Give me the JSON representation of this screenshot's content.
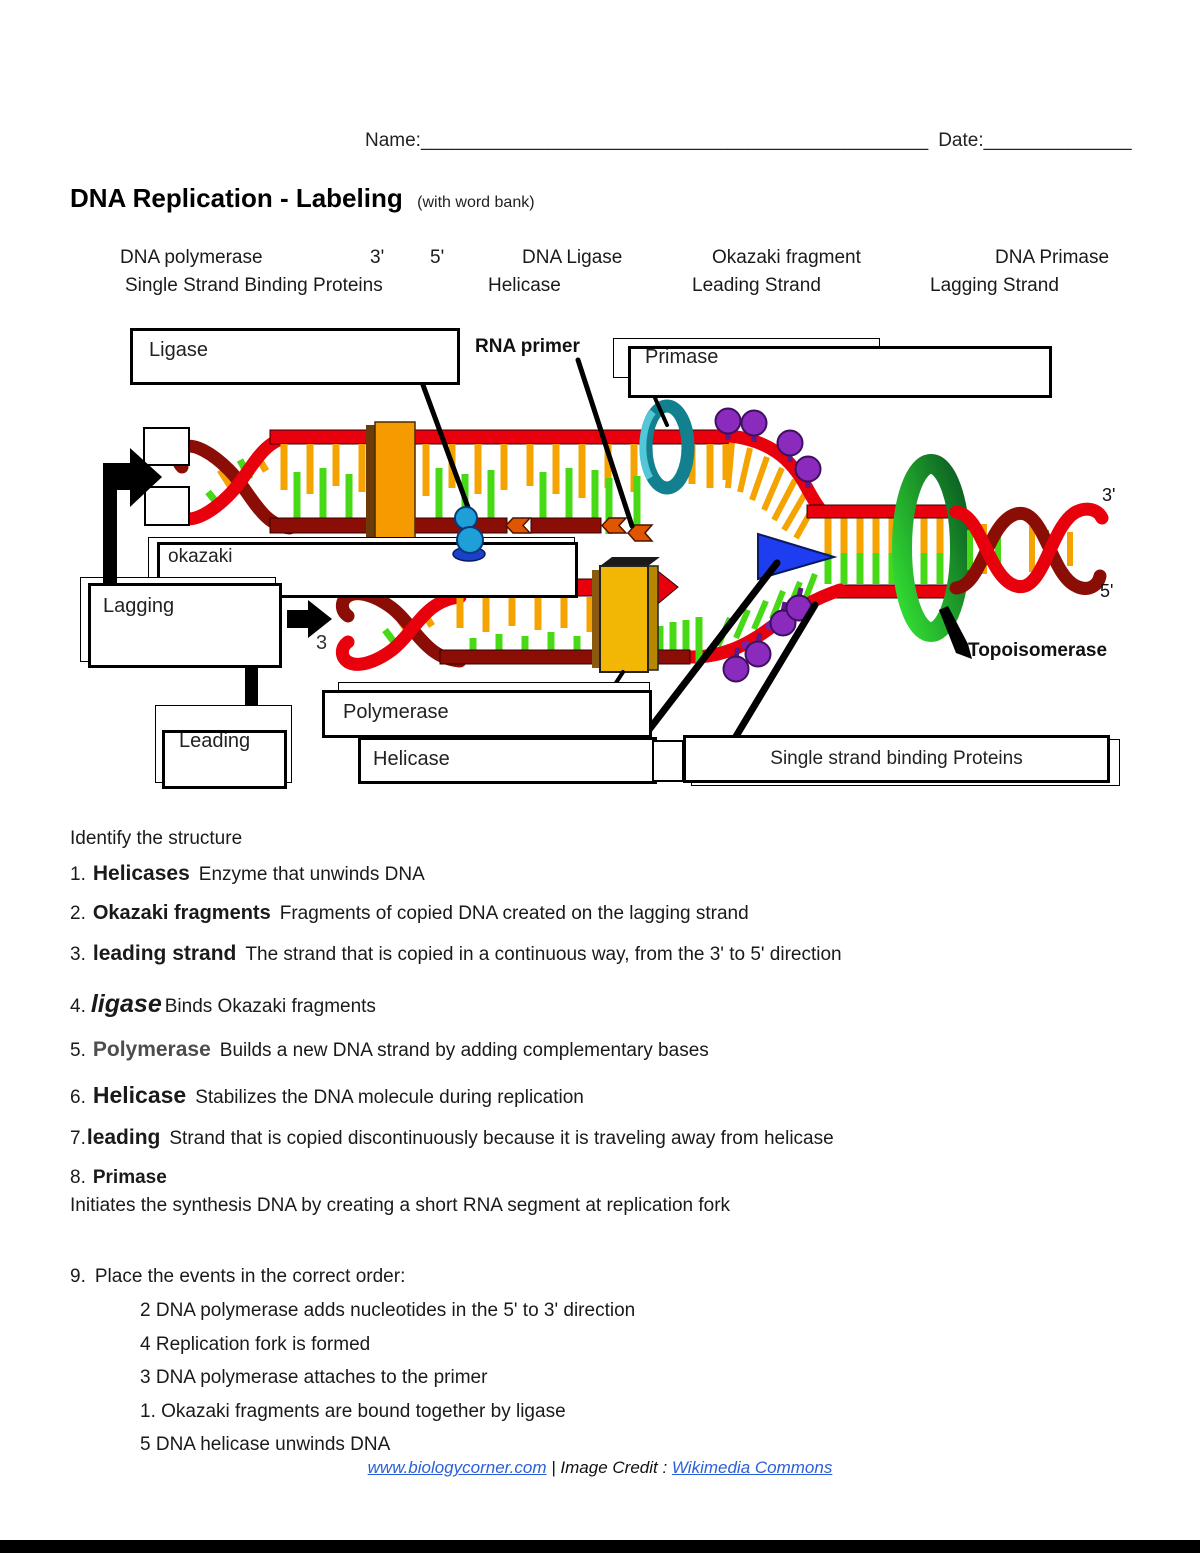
{
  "header": {
    "name_label": "Name:",
    "name_line": "________________________________________________",
    "date_label": "Date:",
    "date_line": "______________"
  },
  "title": {
    "main": "DNA Replication - Labeling",
    "sub": "(with word bank)"
  },
  "word_bank": {
    "row1": [
      "DNA polymerase",
      "3'",
      "5'",
      "DNA Ligase",
      "Okazaki fragment",
      "DNA Primase"
    ],
    "row2": [
      "Single Strand Binding Proteins",
      "Helicase",
      "Leading Strand",
      "Lagging Strand"
    ]
  },
  "diagram": {
    "boxes": {
      "ligase": "Ligase",
      "primase": "Primase",
      "okazaki": "okazaki",
      "lagging": "Lagging",
      "leading": "Leading",
      "polymerase": "Polymerase",
      "helicase": "Helicase",
      "ssb": "Single strand binding Proteins"
    },
    "labels": {
      "rna_primer": "RNA primer",
      "topoisomerase": "Topoisomerase",
      "three_prime": "3'",
      "five_prime": "5'",
      "three": "3"
    }
  },
  "colors": {
    "strand_red": "#e8000d",
    "strand_dark_red": "#8b0e06",
    "rung_orange": "#f5a300",
    "rung_green": "#47d816",
    "ssb_purple": "#8a2bbe",
    "primase_teal": "#12808f",
    "topoisomerase_green": "#16a82c",
    "helicase_blue": "#1e3cf0",
    "polymerase_orange": "#f59b00",
    "polymerase_gold": "#f2b705",
    "primer_orange": "#e05500",
    "link_blue": "#2b5fd9"
  },
  "questions": {
    "intro": "Identify the structure",
    "items": [
      {
        "num": "1.",
        "term": "Helicases",
        "desc": "Enzyme that unwinds DNA"
      },
      {
        "num": "2.",
        "term": "Okazaki fragments",
        "desc": "Fragments of copied DNA created on the lagging strand"
      },
      {
        "num": "3.",
        "term": "leading strand",
        "desc": "The strand that is copied in a continuous way, from the 3' to 5' direction"
      },
      {
        "num": "4.",
        "term": "ligase",
        "desc": "Binds Okazaki fragments"
      },
      {
        "num": "5.",
        "term": "Polymerase",
        "desc": "Builds a new DNA strand by adding complementary bases"
      },
      {
        "num": "6.",
        "term": "Helicase",
        "desc": "Stabilizes the DNA molecule during replication"
      },
      {
        "num": "7.",
        "term": "leading",
        "desc": "Strand that is copied discontinuously because it is traveling away from helicase"
      },
      {
        "num": "8.",
        "term": "Primase",
        "desc": ""
      }
    ],
    "item8_desc": "Initiates the synthesis DNA by creating a short RNA segment at replication fork",
    "q9": {
      "num": "9.",
      "label": "Place the events in the correct order:",
      "events": [
        "2 DNA polymerase adds nucleotides in the 5' to 3' direction",
        "4 Replication fork is formed",
        "3 DNA polymerase attaches to the primer",
        "1. Okazaki fragments are bound together by ligase",
        "5 DNA helicase unwinds DNA"
      ]
    }
  },
  "footer": {
    "link1": "www.biologycorner.com",
    "separator": "| Image Credit :",
    "link2": "Wikimedia Commons"
  }
}
